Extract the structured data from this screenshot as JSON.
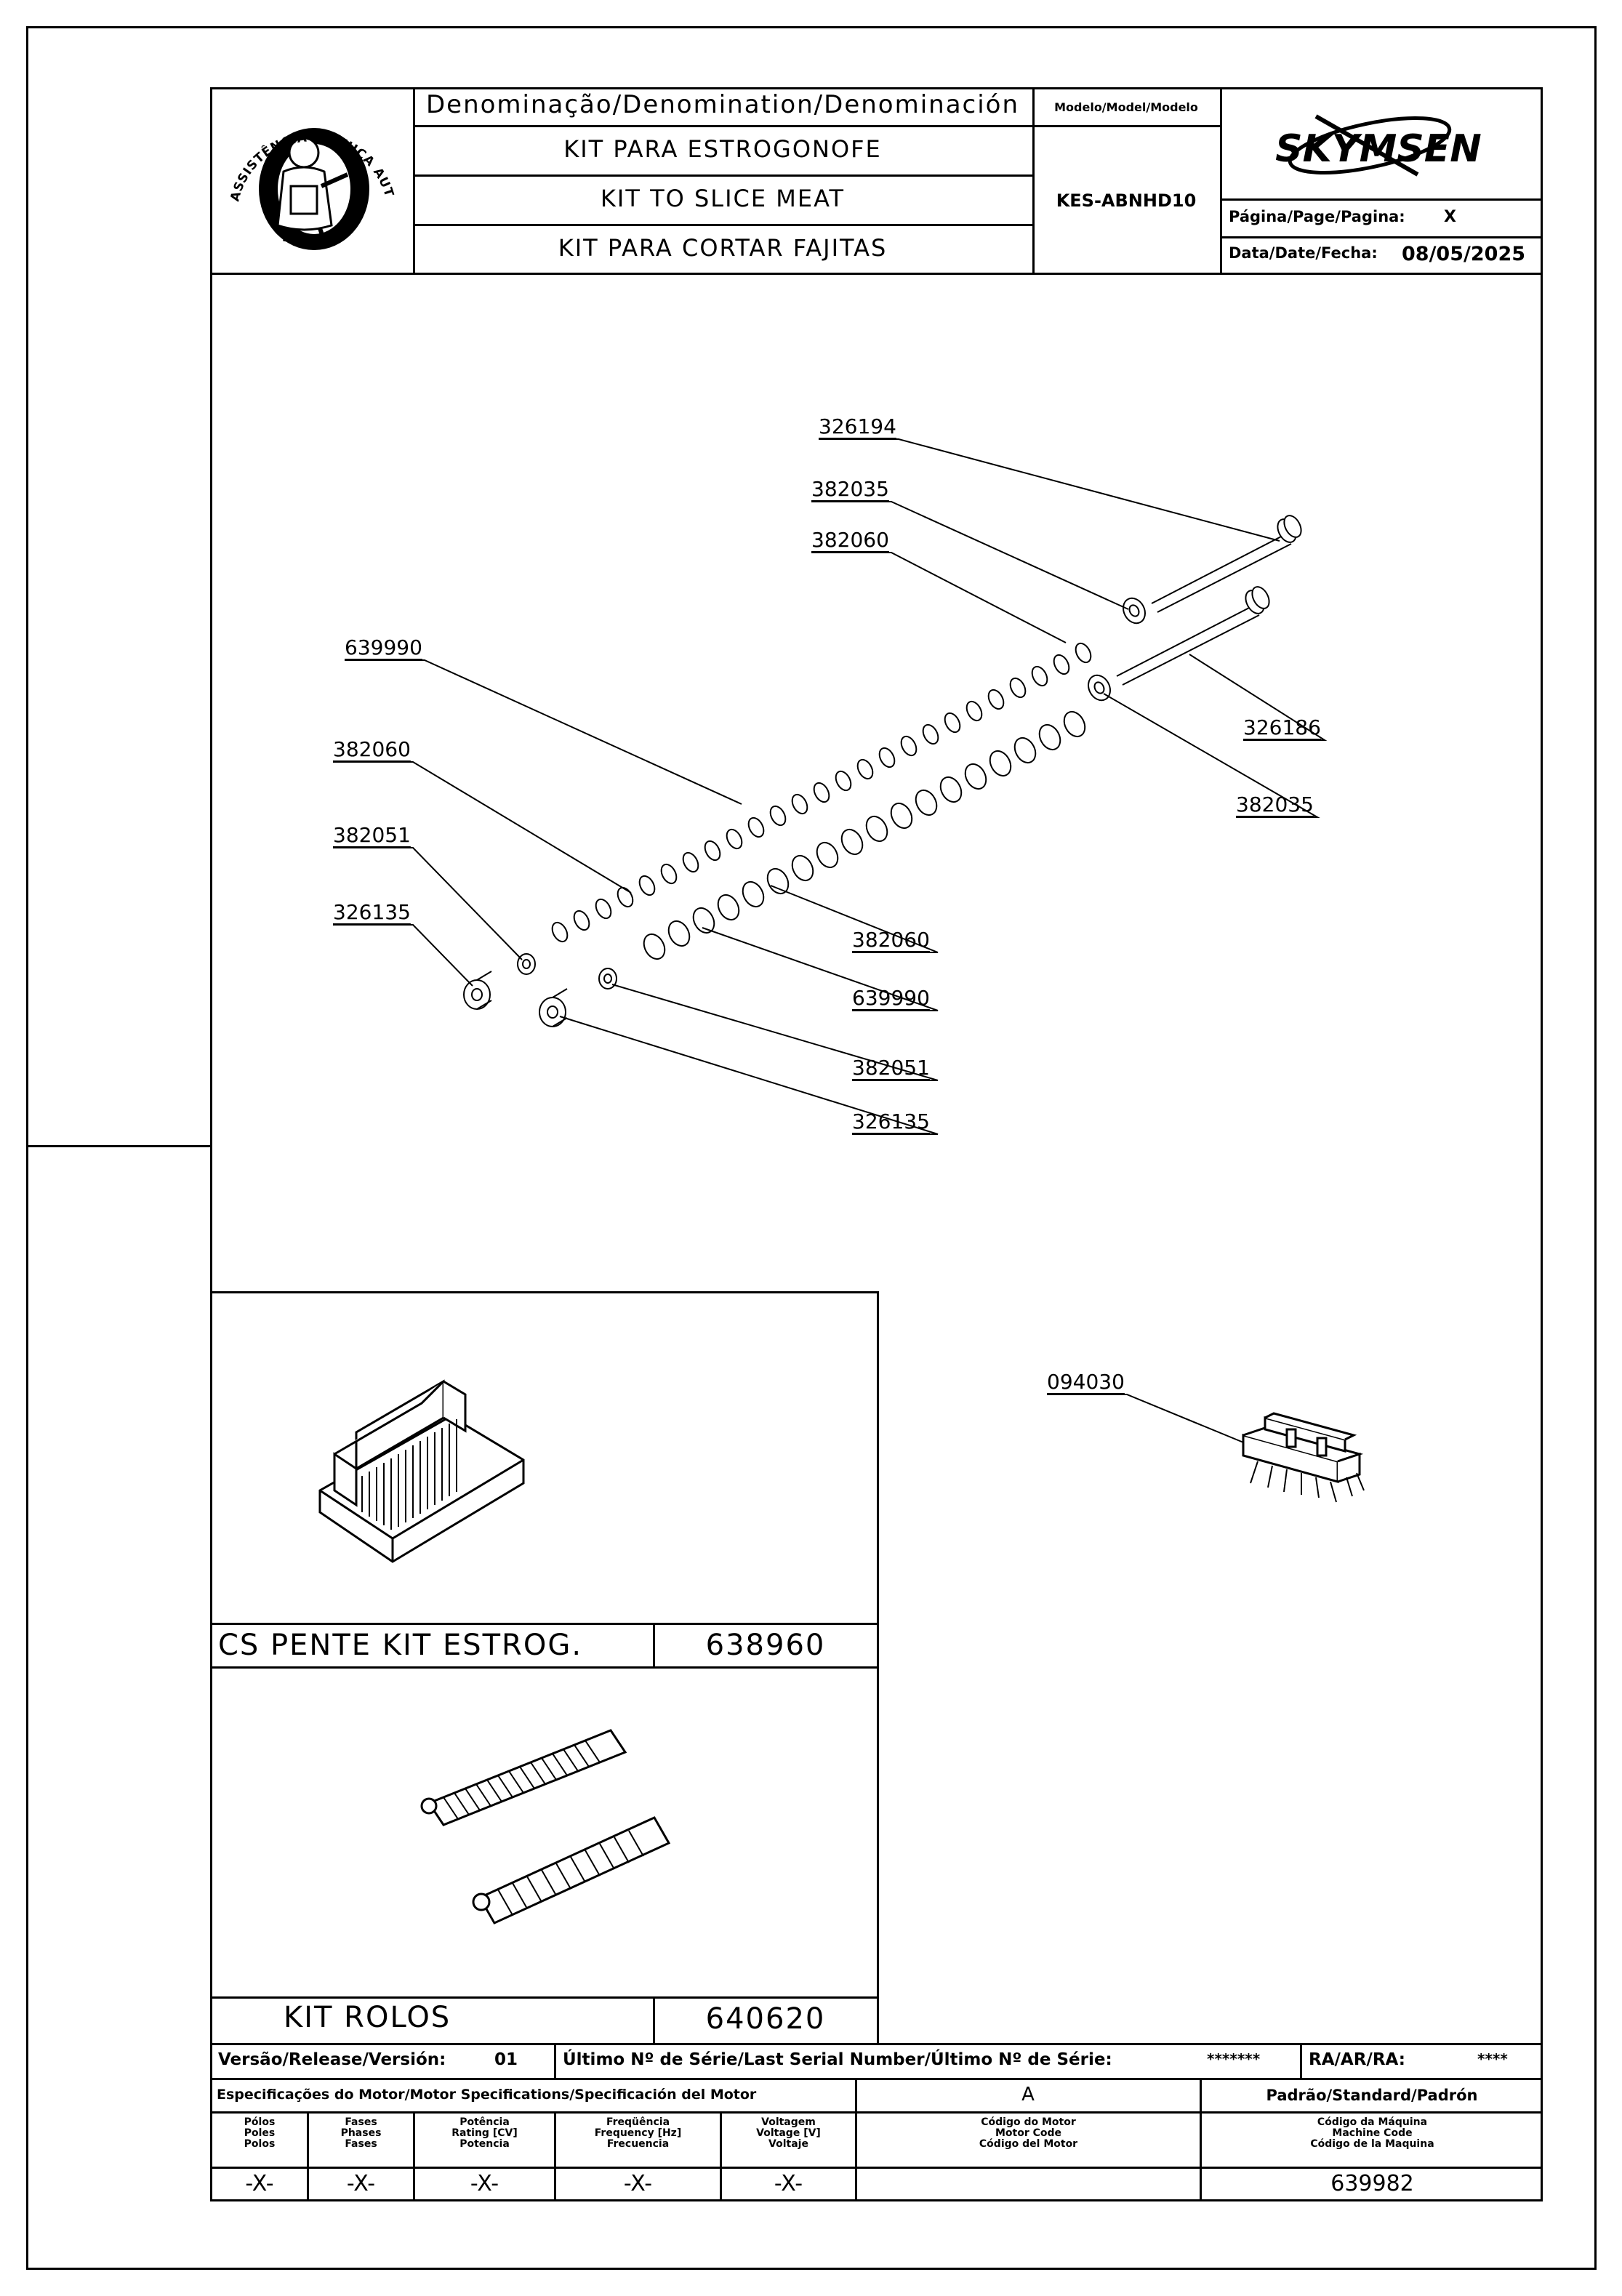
{
  "header": {
    "seal_text": "ASSISTÊNCIA TÉCNICA AUTORIZADA",
    "denomination_label": "Denominação/Denomination/Denominación",
    "name_pt": "KIT PARA ESTROGONOFE",
    "name_en": "KIT TO SLICE MEAT",
    "name_es": "KIT PARA CORTAR FAJITAS",
    "model_label": "Modelo/Model/Modelo",
    "model_value": "KES-ABNHD10",
    "brand": "SKYMSEN",
    "page_label": "Página/Page/Pagina:",
    "page_value": "X",
    "date_label": "Data/Date/Fecha:",
    "date_value": "08/05/2025"
  },
  "parts": {
    "p1": "326194",
    "p2": "382035",
    "p3": "382060",
    "p4": "639990",
    "p5": "382060",
    "p6": "382051",
    "p7": "326135",
    "p8": "326186",
    "p9": "382035",
    "p10": "382060",
    "p11": "639990",
    "p12": "382051",
    "p13": "326135",
    "p14": "094030"
  },
  "insets": {
    "inset1_name": "CS PENTE KIT ESTROG.",
    "inset1_code": "638960",
    "inset2_name": "KIT ROLOS",
    "inset2_code": "640620"
  },
  "footer": {
    "version_label": "Versão/Release/Versión:",
    "version_value": "01",
    "serial_label": "Último Nº de Série/Last Serial Number/Último Nº de Série:",
    "serial_value": "*******",
    "ra_label": "RA/AR/RA:",
    "ra_value": "****",
    "motor_spec_label": "Especificações do Motor/Motor Specifications/Specificación del Motor",
    "motor_code_value": "A",
    "standard_label": "Padrão/Standard/Padrón",
    "col_poles": [
      "Pólos",
      "Poles",
      "Polos"
    ],
    "col_phases": [
      "Fases",
      "Phases",
      "Fases"
    ],
    "col_power": [
      "Potência",
      "Rating [CV]",
      "Potencia"
    ],
    "col_freq": [
      "Freqüência",
      "Frequency [Hz]",
      "Frecuencia"
    ],
    "col_volt": [
      "Voltagem",
      "Voltage [V]",
      "Voltaje"
    ],
    "col_motor_code": [
      "Código do Motor",
      "Motor Code",
      "Código del Motor"
    ],
    "col_machine_code": [
      "Código da Máquina",
      "Machine Code",
      "Código de la Maquina"
    ],
    "poles_value": "-X-",
    "phases_value": "-X-",
    "power_value": "-X-",
    "freq_value": "-X-",
    "volt_value": "-X-",
    "machine_code_value": "639982"
  }
}
